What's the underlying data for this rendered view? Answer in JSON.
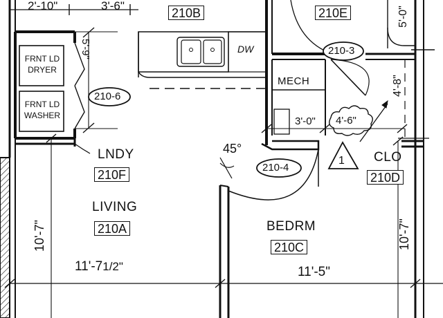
{
  "rooms": {
    "kitchen": {
      "number": "210B"
    },
    "bath": {
      "number": "210E"
    },
    "laundry": {
      "name": "LNDY",
      "number": "210F"
    },
    "living": {
      "name": "LIVING",
      "number": "210A"
    },
    "bedroom": {
      "name": "BEDRM",
      "number": "210C"
    },
    "closet": {
      "name": "CLO",
      "number": "210D"
    },
    "mech": {
      "name": "MECH"
    }
  },
  "appliances": {
    "dryer": "FRNT LD\nDRYER",
    "washer": "FRNT LD\nWASHER",
    "dishwasher": "DW"
  },
  "door_tags": {
    "d1": "210-6",
    "d2": "210-3",
    "d3": "210-4"
  },
  "dimensions": {
    "top_left": "2'-10\"",
    "top_mid": "3'-6\"",
    "laundry_v": "5'-9\"",
    "right_top_v": "5'-0\"",
    "clo_v": "4'-8\"",
    "mech_w": "3'-0\"",
    "cloud_w": "4'-6\"",
    "living_h": "10'-7\"",
    "living_w": "11'-7",
    "living_w_frac": "1/2\"",
    "bed_w": "11'-5\"",
    "bed_h": "10'-7\""
  },
  "annotations": {
    "angle": "45°",
    "revision": "1"
  }
}
